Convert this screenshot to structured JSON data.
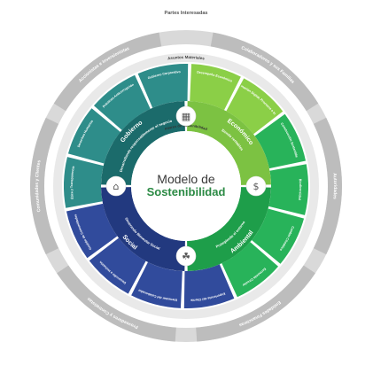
{
  "header": {
    "title": "Partes Interesadas"
  },
  "center": {
    "line1": "Modelo de",
    "line2": "Sostenibilidad"
  },
  "stakeholders": [
    "Accionistas e inversionistas",
    "Colaboradores y sus Familias",
    "Autoridades",
    "Entidades Financieras",
    "Proveedores y Contratistas",
    "Comunidades y Clientes"
  ],
  "material_title": "Asuntos Materiales",
  "material_topics": [
    "Gobierno Corporativo",
    "Desempeño Económico",
    "Transformación Digital, Procesos e Innovación",
    "Construcción Sostenible",
    "Biodiversidad",
    "Cambio Climático",
    "Economía Circular",
    "Experiencia del Cliente",
    "Bienestar del Colaborador",
    "Desarrollo e Inclusión",
    "Gestión de Comunidades",
    "Ética y Transparencia",
    "Derechos Humanos",
    "Prácticas Anticorrupción"
  ],
  "pillars": {
    "gobierno": {
      "label": "Gobierno",
      "phrase": "Desarrollando responsablemente el negocio"
    },
    "economico": {
      "label": "Económico",
      "phrase": "Siendo rentables"
    },
    "ambiental": {
      "label": "Ambiental",
      "phrase": "Protegiendo el entorno"
    },
    "social": {
      "label": "Social",
      "phrase": "Generando Bienestar Social"
    }
  },
  "inner_ring_label": "Pilares de Sostenibilidad",
  "icons": [
    "chart-icon",
    "dollar-globe-icon",
    "plant-hands-icon",
    "institution-icon"
  ],
  "colors": {
    "gobierno": "#1b6b6b",
    "economico": "#7cc242",
    "ambiental": "#1e9e4a",
    "social": "#22397f",
    "outer_ring": "#bdbdbd",
    "outer_gap": "#d9d9d9",
    "topic_gobierno": "#2e8d8a",
    "topic_economico": "#8bcf47",
    "topic_ambiental": "#28b35a",
    "topic_social": "#314b9c"
  }
}
